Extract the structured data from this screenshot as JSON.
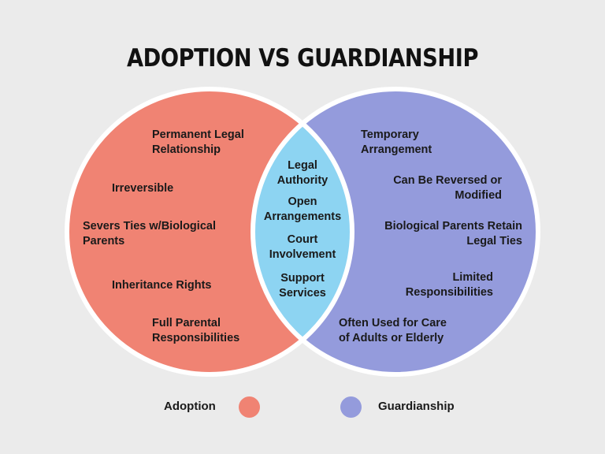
{
  "title": "ADOPTION VS GUARDIANSHIP",
  "colors": {
    "adoption": "#f08373",
    "guardianship": "#949bdc",
    "overlap": "#8dd4f2",
    "background": "#ebebeb"
  },
  "adoption": [
    "Permanent Legal\nRelationship",
    "Irreversible",
    "Severs Ties w/Biological\nParents",
    "Inheritance Rights",
    "Full Parental\nResponsibilities"
  ],
  "shared": [
    "Legal\nAuthority",
    "Open\nArrangements",
    "Court\nInvolvement",
    "Support\nServices"
  ],
  "guardianship": [
    "Temporary\nArrangement",
    "Can Be Reversed or\nModified",
    "Biological Parents Retain\nLegal Ties",
    "Limited\nResponsibilities",
    "Often Used for Care\nof Adults or Elderly"
  ],
  "legend": {
    "adoption": "Adoption",
    "guardianship": "Guardianship"
  }
}
